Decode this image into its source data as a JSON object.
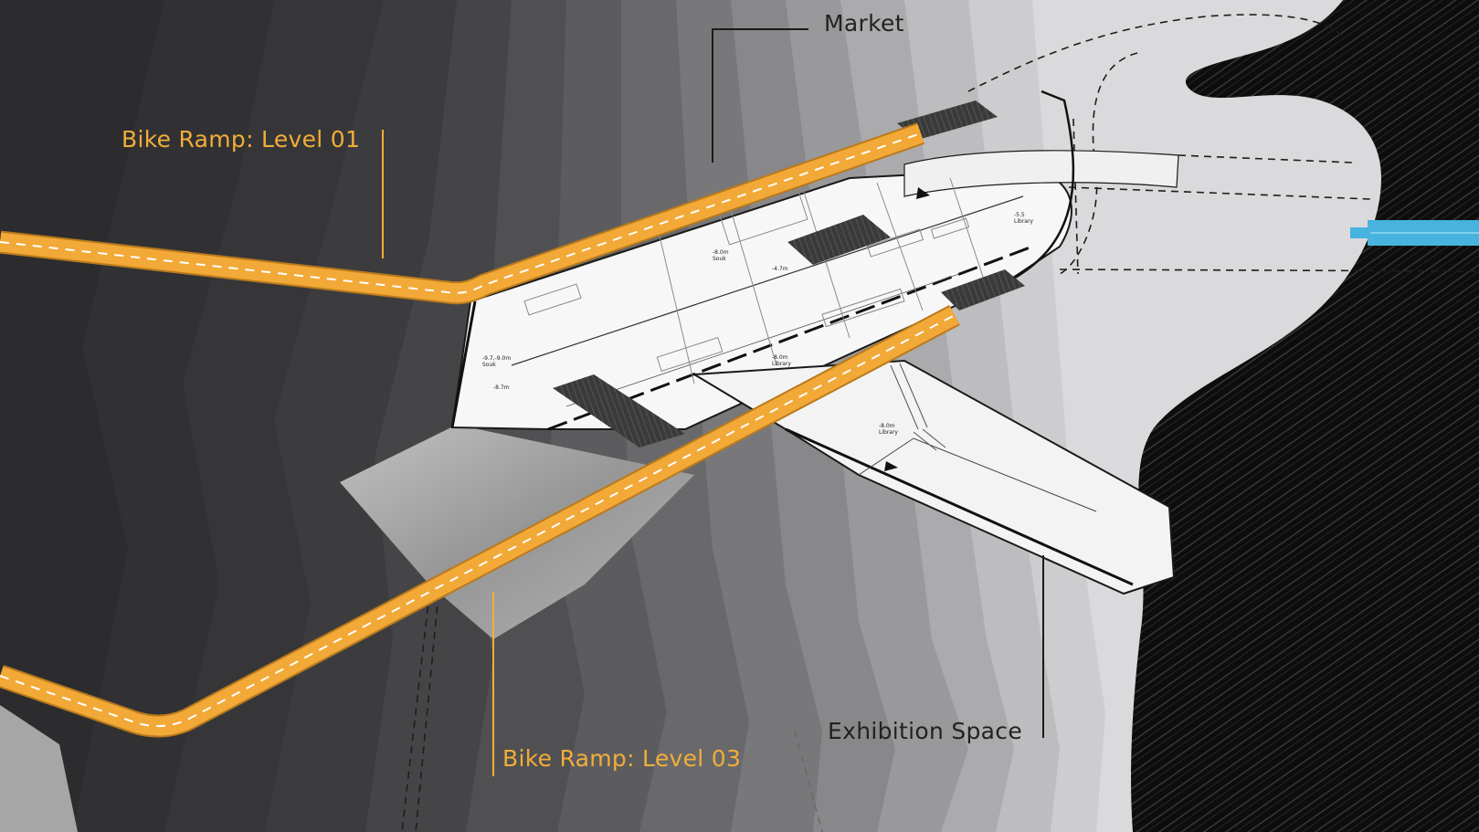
{
  "labels": {
    "market": "Market",
    "bike_ramp_level_01": "Bike Ramp: Level 01",
    "bike_ramp_level_03": "Bike Ramp: Level 03",
    "exhibition_space": "Exhibition Space"
  },
  "plan_annotations": [
    {
      "id": "l1",
      "level": "-5.5",
      "name": "Library"
    },
    {
      "id": "l2",
      "level": "-8.0m",
      "name": "Souk"
    },
    {
      "id": "l3",
      "level": "-4.7m",
      "name": ""
    },
    {
      "id": "l4",
      "level": "-9.7,-9.0m",
      "name": "Souk"
    },
    {
      "id": "l5",
      "level": "-8.0m",
      "name": "Library"
    },
    {
      "id": "l6",
      "level": "-8.7m",
      "name": ""
    },
    {
      "id": "l7",
      "level": "-8.0m",
      "name": "Library"
    }
  ],
  "colors": {
    "ramp": "#f2a937",
    "ramp_edge": "#b97a1c",
    "ramp_dash": "#ffffff",
    "label_orange": "#f2ad38",
    "label_dark": "#222222",
    "water": "#47b3de",
    "background_dark": "#2b2b2d"
  }
}
